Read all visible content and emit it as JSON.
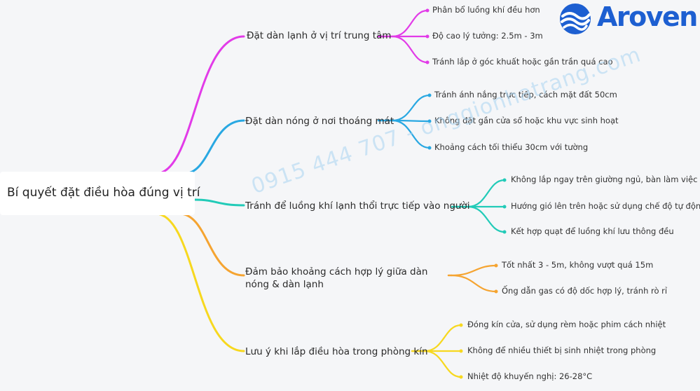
{
  "brand": {
    "name": "Aroven",
    "color": "#1d5fd1"
  },
  "watermark": "0915 444 707 - onggionhatrang.com",
  "root": {
    "label": "Bí quyết đặt điều hòa đúng vị trí"
  },
  "branches": [
    {
      "label": "Đặt dàn lạnh ở vị trí trung tâm",
      "color": "#e23be8",
      "children": [
        "Phân bổ luồng khí đều hơn",
        "Độ cao lý tưởng: 2.5m - 3m",
        "Tránh lắp ở góc khuất hoặc gần trần quá cao"
      ]
    },
    {
      "label": "Đặt dàn nóng ở nơi thoáng mát",
      "color": "#29a8e2",
      "children": [
        "Tránh ánh nắng trực tiếp, cách mặt đất 50cm",
        "Không đặt gần cửa sổ hoặc khu vực sinh hoạt",
        "Khoảng cách tối thiểu 30cm với tường"
      ]
    },
    {
      "label": "Tránh để luồng khí lạnh thổi trực tiếp vào người",
      "color": "#22cbb8",
      "children": [
        "Không lắp ngay trên giường ngủ, bàn làm việc",
        "Hướng gió lên trên hoặc sử dụng chế độ tự động",
        "Kết hợp quạt để luồng khí lưu thông đều"
      ]
    },
    {
      "label": "Đảm bảo khoảng cách hợp lý giữa dàn nóng & dàn lạnh",
      "color": "#f5a431",
      "children": [
        "Tốt nhất 3 - 5m, không vượt quá 15m",
        "Ống dẫn gas có độ dốc hợp lý, tránh rò rỉ"
      ]
    },
    {
      "label": "Lưu ý khi lắp điều hòa trong phòng kín",
      "color": "#f7d81f",
      "children": [
        "Đóng kín cửa, sử dụng rèm hoặc phim cách nhiệt",
        "Không để nhiều thiết bị sinh nhiệt trong phòng",
        "Nhiệt độ khuyến nghị: 26-28°C"
      ]
    }
  ]
}
